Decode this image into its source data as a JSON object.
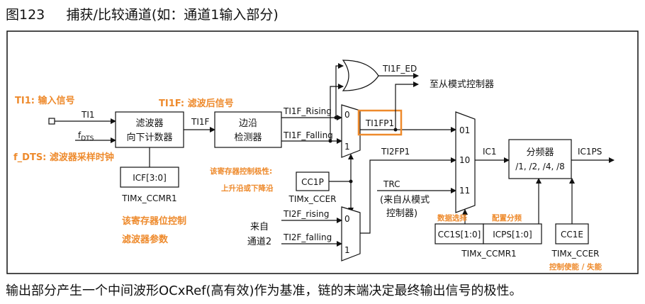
{
  "caption": {
    "number": "图123",
    "title": "捕获/比较通道(如：通道1输入部分)"
  },
  "footer": {
    "text": "输出部分产生一个中间波形OCxRef(高有效)作为基准，链的末端决定最终输出信号的极性。"
  },
  "annotations": {
    "ti1": "TI1: 输入信号",
    "f_dts": "f_DTS: 滤波器采样时钟",
    "ti1f": "TI1F: 滤波后信号",
    "polarity_line1": "该寄存器控制极性:",
    "polarity_line2": "上升沿或下降沿",
    "filter_reg_line1": "该寄存器位控制",
    "filter_reg_line2": "滤波器参数",
    "data_select": "数据选择",
    "prescaler_cfg": "配置分频",
    "enable": "控制使能 / 失能"
  },
  "signals": {
    "ti1": "TI1",
    "fdts_main": "f",
    "fdts_sub": "DTS",
    "ti1f": "TI1F",
    "ti1f_rising": "TI1F_Rising",
    "ti1f_falling": "TI1F_Falling",
    "ti1f_ed": "TI1F_ED",
    "to_slave": "至从模式控制器",
    "ti1fp1": "TI1FP1",
    "ti2fp1": "TI2FP1",
    "trc": "TRC",
    "trc_note_line1": "(来自从模式",
    "trc_note_line2": "控制器)",
    "ic1": "IC1",
    "ic1ps": "IC1PS",
    "ti2f_rising": "TI2F_rising",
    "ti2f_falling": "TI2F_falling",
    "from_ch2_line1": "来自",
    "from_ch2_line2": "通道2"
  },
  "blocks": {
    "filter_line1": "滤波器",
    "filter_line2": "向下计数器",
    "edge_line1": "边沿",
    "edge_line2": "检测器",
    "prescaler_line1": "分频器",
    "prescaler_line2": "/1, /2, /4, /8",
    "icf": "ICF[3:0]",
    "cc1p": "CC1P",
    "cc1s": "CC1S[1:0]",
    "icps": "ICPS[1:0]",
    "cc1e": "CC1E"
  },
  "registers": {
    "ccmr1_top": "TIMx_CCMR1",
    "ccer_mid": "TIMx_CCER",
    "ccmr1_bottom": "TIMx_CCMR1",
    "ccer_bottom": "TIMx_CCER"
  },
  "mux": {
    "mux1_in0": "0",
    "mux1_in1": "1",
    "mux2_in0": "0",
    "mux2_in1": "1",
    "mux3_01": "01",
    "mux3_10": "10",
    "mux3_11": "11"
  },
  "colors": {
    "annotation": "#ee8a2c",
    "highlight_box": "#ee8a2c",
    "line": "#111111"
  }
}
